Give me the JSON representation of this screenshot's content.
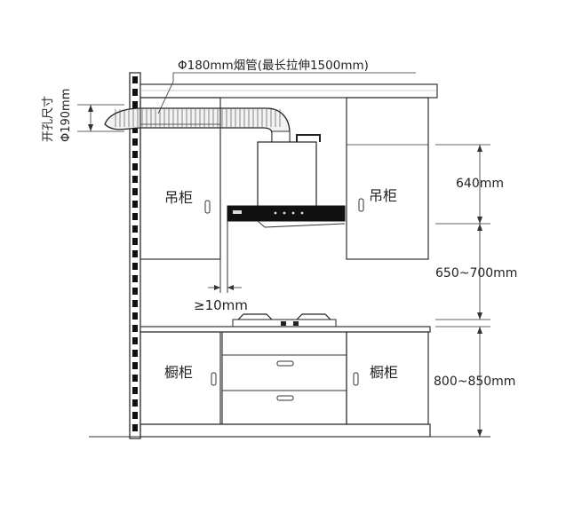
{
  "labels": {
    "duct": "Φ180mm烟管(最长拉伸1500mm)",
    "hole_line1": "开孔尺寸",
    "hole_line2": "Φ190mm",
    "upper_cabinet_left": "吊柜",
    "upper_cabinet_right": "吊柜",
    "lower_cabinet_left": "橱柜",
    "lower_cabinet_right": "橱柜",
    "gap": "≥10mm",
    "dim_upper": "640mm",
    "dim_middle": "650~700mm",
    "dim_lower": "800~850mm"
  },
  "colors": {
    "line": "#333333",
    "stroke_dark": "#1a1a1a",
    "hood_panel": "#111111",
    "duct_fill": "#f3f3f3"
  }
}
